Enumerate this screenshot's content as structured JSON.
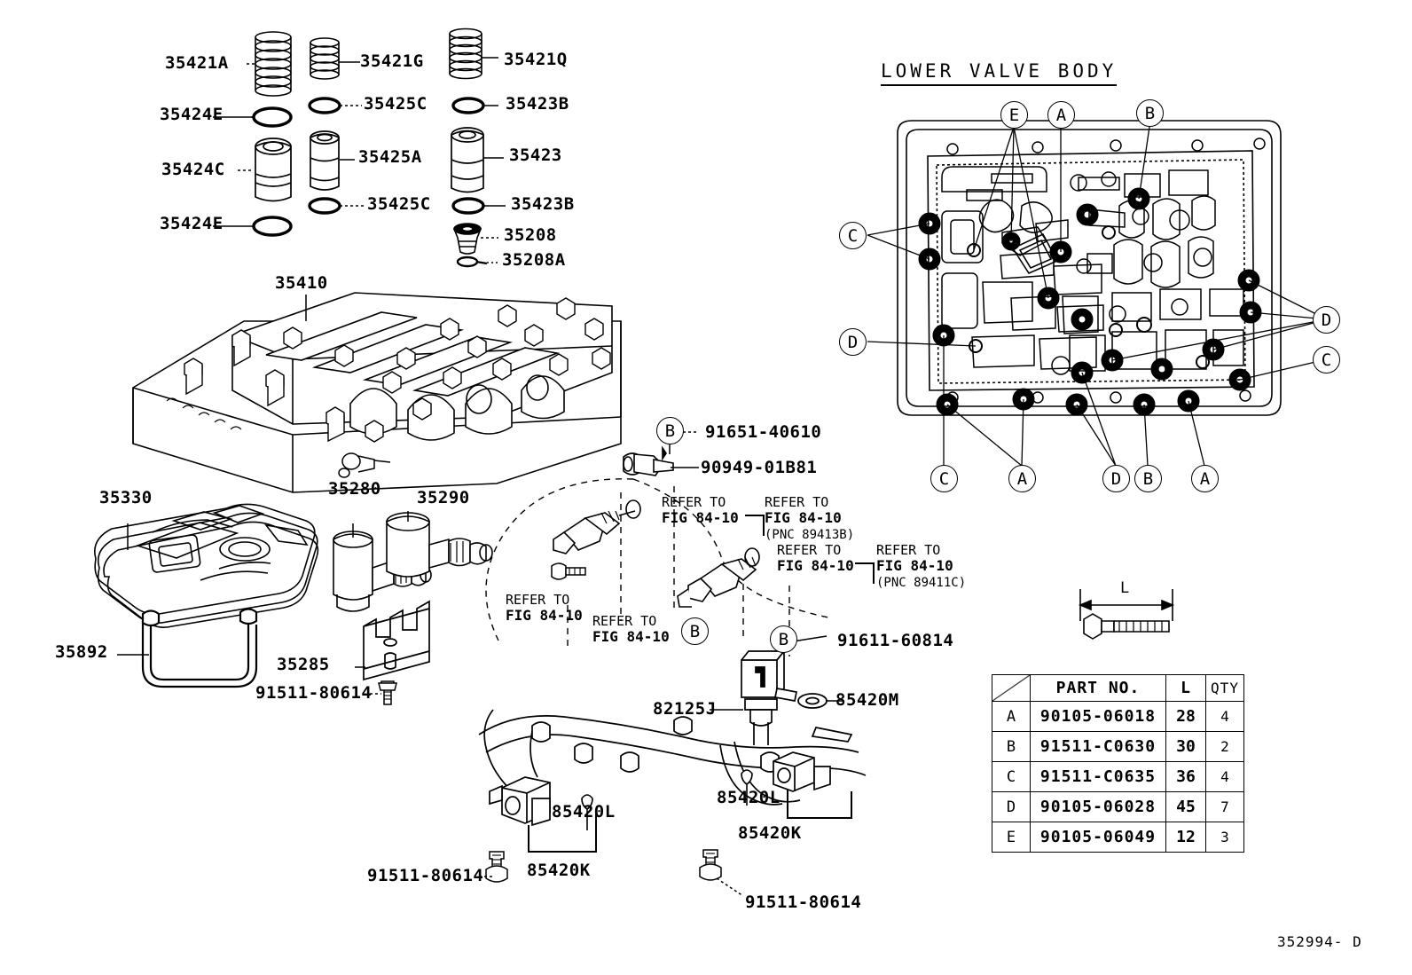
{
  "figure": {
    "number": "352994- D"
  },
  "sections": {
    "lower_valve_body_title": "LOWER VALVE BODY"
  },
  "springs_and_plugs": {
    "labels": [
      {
        "id": "35421A",
        "text": "35421A"
      },
      {
        "id": "35421G",
        "text": "35421G"
      },
      {
        "id": "35421Q",
        "text": "35421Q"
      },
      {
        "id": "35424E_top",
        "text": "35424E"
      },
      {
        "id": "35425C_top",
        "text": "35425C"
      },
      {
        "id": "35423B_top",
        "text": "35423B"
      },
      {
        "id": "35424C",
        "text": "35424C"
      },
      {
        "id": "35425A",
        "text": "35425A"
      },
      {
        "id": "35423",
        "text": "35423"
      },
      {
        "id": "35425C_bot",
        "text": "35425C"
      },
      {
        "id": "35423B_bot",
        "text": "35423B"
      },
      {
        "id": "35424E_bot",
        "text": "35424E"
      },
      {
        "id": "35208",
        "text": "35208"
      },
      {
        "id": "35208A",
        "text": "35208A"
      }
    ]
  },
  "valve_body": {
    "main_label": "35410",
    "filter_label": "35330",
    "clip_label": "35892",
    "solenoid1_label": "35280",
    "solenoid2_label": "35290",
    "bracket_label": "35285",
    "bracket_bolt_label": "91511-80614"
  },
  "connectors": {
    "b_bolt_label": "91651-40610",
    "clamp_label": "90949-01B81",
    "b_bolt_label2": "91611-60814",
    "harness_label": "82125J",
    "grommet_label": "85420M",
    "sensor_left_clip": "85420L",
    "sensor_left_bolt": "85420K",
    "sensor_left_screw": "91511-80614",
    "sensor_right_clip": "85420L",
    "sensor_right_bolt": "85420K",
    "sensor_right_screw": "91511-80614"
  },
  "refer_notes": [
    {
      "id": "refer1",
      "line1": "REFER TO",
      "line2": "FIG 84-10",
      "pnc": ""
    },
    {
      "id": "refer2",
      "line1": "REFER TO",
      "line2": "FIG 84-10",
      "pnc": "(PNC 89413B)"
    },
    {
      "id": "refer3",
      "line1": "REFER TO",
      "line2": "FIG 84-10",
      "pnc": ""
    },
    {
      "id": "refer4",
      "line1": "REFER TO",
      "line2": "FIG 84-10",
      "pnc": "(PNC 89411C)"
    },
    {
      "id": "refer5",
      "line1": "REFER TO",
      "line2": "FIG 84-10",
      "pnc": ""
    },
    {
      "id": "refer6",
      "line1": "REFER TO",
      "line2": "FIG 84-10",
      "pnc": ""
    }
  ],
  "callouts": {
    "top": [
      {
        "letter": "E"
      },
      {
        "letter": "A"
      },
      {
        "letter": "B"
      }
    ],
    "left": [
      {
        "letter": "C"
      },
      {
        "letter": "D"
      }
    ],
    "right": [
      {
        "letter": "D"
      },
      {
        "letter": "C"
      }
    ],
    "bottom": [
      {
        "letter": "C"
      },
      {
        "letter": "A"
      },
      {
        "letter": "D"
      },
      {
        "letter": "B"
      },
      {
        "letter": "A"
      }
    ],
    "inline": [
      {
        "letter": "B"
      },
      {
        "letter": "B"
      },
      {
        "letter": "B"
      }
    ]
  },
  "bolt_dim": {
    "label": "L"
  },
  "bolt_table": {
    "headers": [
      "",
      "PART NO.",
      "L",
      "QTY"
    ],
    "rows": [
      {
        "key": "A",
        "part_no": "90105-06018",
        "L": "28",
        "qty": "4"
      },
      {
        "key": "B",
        "part_no": "91511-C0630",
        "L": "30",
        "qty": "2"
      },
      {
        "key": "C",
        "part_no": "91511-C0635",
        "L": "36",
        "qty": "4"
      },
      {
        "key": "D",
        "part_no": "90105-06028",
        "L": "45",
        "qty": "7"
      },
      {
        "key": "E",
        "part_no": "90105-06049",
        "L": "12",
        "qty": "3"
      }
    ]
  }
}
